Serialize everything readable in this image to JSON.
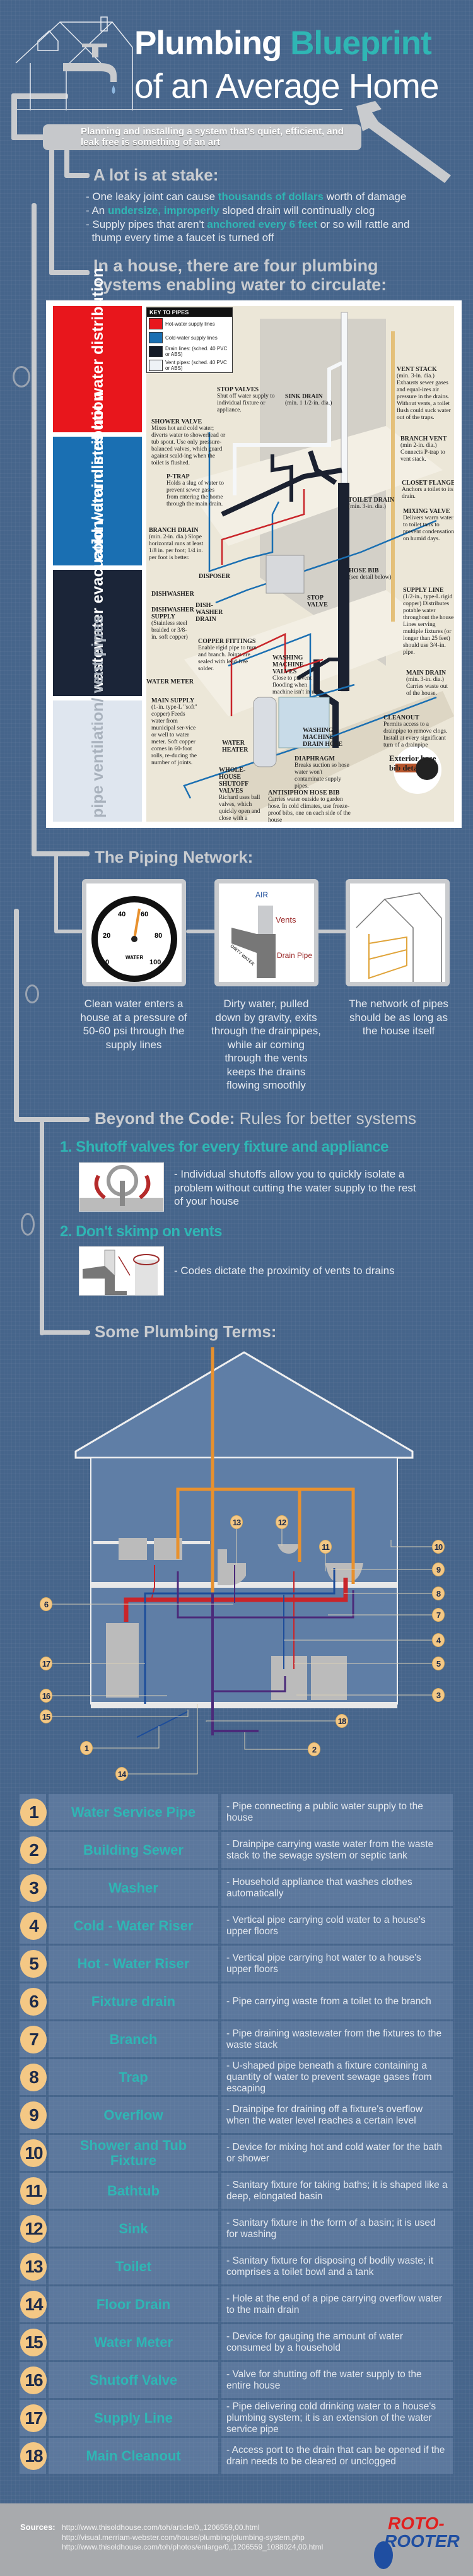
{
  "header": {
    "title_part1": "Plumbing ",
    "title_highlight": "Blueprint",
    "title_line2": "of an Average Home",
    "tagline": "Planning and installing a system that's quiet, efficient, and leak free is something of an art"
  },
  "stakes": {
    "heading": "A lot is at stake:",
    "bullets": [
      {
        "before": "- One leaky joint can cause ",
        "highlight": "thousands of dollars",
        "after": " worth of damage"
      },
      {
        "before": "- An ",
        "highlight": "undersize, improperly",
        "after": " sloped drain will continually clog"
      },
      {
        "before": "- Supply pipes that aren't ",
        "highlight": "anchored every 6 feet",
        "after": " or so will rattle and"
      },
      {
        "before": "  thump every time a faucet is turned off",
        "highlight": "",
        "after": ""
      }
    ]
  },
  "systems": {
    "heading_line1": "In a house, there are four plumbing",
    "heading_line2": "systems enabling water to circulate:",
    "labels": [
      {
        "text": "hot water distribution",
        "color": "#e8161c",
        "text_color": "#ffffff"
      },
      {
        "text": "cold water distribution",
        "color": "#1a6fb2",
        "text_color": "#ffffff"
      },
      {
        "text": "wastewater evacuation/ drain lines",
        "color": "#1b2538",
        "text_color": "#ffffff"
      },
      {
        "text": "pipe ventilation/ vent pipes",
        "color": "#dfe6ef",
        "text_color": "#a9b2bd"
      }
    ],
    "key": {
      "title": "KEY TO PIPES",
      "items": [
        {
          "label": "Hot-water supply lines",
          "color": "#e8161c"
        },
        {
          "label": "Cold-water supply lines",
          "color": "#1a6fb2"
        },
        {
          "label": "Drain lines: (sched. 40 PVC or ABS)",
          "color": "#141a26"
        },
        {
          "label": "Vent pipes: (sched. 40 PVC or ABS)",
          "color": "#eef2f6"
        }
      ]
    },
    "callouts": [
      {
        "title": "VENT STACK",
        "text": "(min. 3-in. dia.) Exhausts sewer gases and equal-izes air pressure in the drains. Without vents, a toilet flush could suck water out of the traps."
      },
      {
        "title": "STOP VALVES",
        "text": "Shut off water supply to individual fixture or appliance."
      },
      {
        "title": "SINK DRAIN",
        "text": "(min. 1 1/2-in. dia.)"
      },
      {
        "title": "SHOWER VALVE",
        "text": "Mixes hot and cold water; diverts water to showerhead or tub spout. Use only pressure-balanced valves, which guard against scald-ing when the toilet is flushed."
      },
      {
        "title": "BRANCH VENT",
        "text": "(min 2-in. dia.) Connects P-trap to vent stack."
      },
      {
        "title": "P-TRAP",
        "text": "Holds a slug of water to prevent sewer gases from entering the home through the main drain."
      },
      {
        "title": "CLOSET FLANGE",
        "text": "Anchors a toilet to its drain."
      },
      {
        "title": "TOILET DRAIN",
        "text": "(min. 3-in. dia.)"
      },
      {
        "title": "MIXING VALVE",
        "text": "Delivers warm water to toilet tank to prevent condensation on humid days."
      },
      {
        "title": "BRANCH DRAIN",
        "text": "(min. 2-in. dia.) Slope horizontal runs at least 1/8 in. per foot; 1/4 in. per foot is better."
      },
      {
        "title": "HOSE BIB",
        "text": "(see detail below)"
      },
      {
        "title": "DISPOSER",
        "text": ""
      },
      {
        "title": "SUPPLY LINE",
        "text": "(1/2-in., type-L rigid copper) Distributes potable water throughout the house. Lines serving multiple fixtures (or longer than 25 feet) should use 3/4-in. pipe."
      },
      {
        "title": "DISHWASHER",
        "text": ""
      },
      {
        "title": "STOP VALVE",
        "text": ""
      },
      {
        "title": "DISH-WASHER DRAIN",
        "text": ""
      },
      {
        "title": "DISHWASHER SUPPLY",
        "text": "(Stainless steel braided or 3/8-in. soft copper)"
      },
      {
        "title": "COPPER FITTINGS",
        "text": "Enable rigid pipe to turn and branch. Joints are sealed with lead-free solder."
      },
      {
        "title": "WASHING MACHINE VALVES",
        "text": "Close to prevent flooding when machine isn't in use."
      },
      {
        "title": "MAIN DRAIN",
        "text": "(min. 3-in. dia.) Carries waste out of the house."
      },
      {
        "title": "WATER METER",
        "text": ""
      },
      {
        "title": "MAIN SUPPLY",
        "text": "(1-in. type-L \"soft\" copper) Feeds water from municipal ser-vice or well to water meter. Soft copper comes in 60-foot rolls, re-ducing the number of joints."
      },
      {
        "title": "CLEANOUT",
        "text": "Permits access to a drainpipe to remove clogs. Install at every significant turn of a drainpipe"
      },
      {
        "title": "WATER HEATER",
        "text": ""
      },
      {
        "title": "WASHING MACHINE DRAIN HOSE",
        "text": ""
      },
      {
        "title": "DIAPHRAGM",
        "text": "Breaks suction so hose water won't contaminate supply pipes."
      },
      {
        "title": "Exterior hose bib detail",
        "text": ""
      },
      {
        "title": "WHOLE-HOUSE SHUTOFF VALVES",
        "text": "Richard uses ball valves, which quickly open and close with a quarter turn of the handle."
      },
      {
        "title": "ANTISIPHON HOSE BIB",
        "text": "Carries water outside to garden hose. In cold climates, use freeze-proof bibs, one on each side of the house"
      }
    ]
  },
  "network": {
    "heading": "The Piping Network:",
    "cards": [
      {
        "caption": "Clean water enters a house at a pressure of 50-60 psi through the supply lines",
        "icon": "pressure-gauge-icon"
      },
      {
        "caption": "Dirty water, pulled down by gravity, exits through the drainpipes, while air coming through the vents keeps the drains flowing smoothly",
        "icon": "vent-drain-icon"
      },
      {
        "caption": "The network of pipes should be as long as the house itself",
        "icon": "house-pipes-icon"
      }
    ],
    "gauge": {
      "ticks": [
        "0",
        "20",
        "40",
        "60",
        "80",
        "100"
      ],
      "label": "WATER"
    },
    "vent_labels": {
      "air": "AIR",
      "vents": "Vents",
      "dirty": "DIRTY WATER",
      "drain": "Drain Pipe"
    }
  },
  "rules": {
    "heading_bold": "Beyond the Code:",
    "heading_rest": " Rules for better systems",
    "items": [
      {
        "title": "1. Shutoff valves for every fixture and appliance",
        "text": "- Individual shutoffs allow you to quickly isolate a problem without cutting the water supply to the rest of your house"
      },
      {
        "title": "2. Don't skimp on vents",
        "text": "- Codes dictate the proximity of vents to drains"
      }
    ]
  },
  "terms": {
    "heading": "Some Plumbing Terms:",
    "colors": {
      "vent": "#e8912e",
      "hot": "#c9252a",
      "cold": "#1d4d9a",
      "drain": "#4b2a7a",
      "badge": "#f4c885",
      "name": "#2fb6b4"
    },
    "items": [
      {
        "num": "1",
        "name": "Water Service Pipe",
        "desc": "- Pipe connecting a public water supply to the house"
      },
      {
        "num": "2",
        "name": "Building Sewer",
        "desc": "- Drainpipe carrying waste water from the waste stack to the sewage system or septic tank"
      },
      {
        "num": "3",
        "name": "Washer",
        "desc": "- Household appliance that washes clothes automatically"
      },
      {
        "num": "4",
        "name": "Cold - Water Riser",
        "desc": "- Vertical pipe carrying cold water to a house's upper floors"
      },
      {
        "num": "5",
        "name": "Hot - Water Riser",
        "desc": "- Vertical pipe carrying hot water to a house's upper floors"
      },
      {
        "num": "6",
        "name": "Fixture drain",
        "desc": "- Pipe carrying waste from a toilet to the branch"
      },
      {
        "num": "7",
        "name": "Branch",
        "desc": "- Pipe draining wastewater from the fixtures to the waste stack"
      },
      {
        "num": "8",
        "name": "Trap",
        "desc": "- U-shaped pipe beneath a fixture containing a quantity of water to prevent sewage gases from escaping"
      },
      {
        "num": "9",
        "name": "Overflow",
        "desc": "- Drainpipe for draining off a fixture's overflow when the water level reaches a certain level"
      },
      {
        "num": "10",
        "name": "Shower and Tub Fixture",
        "desc": "- Device for mixing hot and cold water for the bath or shower"
      },
      {
        "num": "11",
        "name": "Bathtub",
        "desc": "- Sanitary fixture for taking baths; it is shaped like a deep, elongated basin"
      },
      {
        "num": "12",
        "name": "Sink",
        "desc": "- Sanitary fixture in the form of a basin; it is used for washing"
      },
      {
        "num": "13",
        "name": "Toilet",
        "desc": "- Sanitary fixture for disposing of bodily waste; it comprises a toilet bowl and a tank"
      },
      {
        "num": "14",
        "name": "Floor Drain",
        "desc": "- Hole at the end of a pipe carrying overflow water to the main drain"
      },
      {
        "num": "15",
        "name": "Water Meter",
        "desc": "- Device for gauging the amount of water consumed by a household"
      },
      {
        "num": "16",
        "name": "Shutoff Valve",
        "desc": "- Valve for shutting off the water supply to the entire house"
      },
      {
        "num": "17",
        "name": "Supply Line",
        "desc": "- Pipe delivering cold drinking water to a house's plumbing system; it is an extension of the water service pipe"
      },
      {
        "num": "18",
        "name": "Main Cleanout",
        "desc": "- Access port to the drain that can be opened if the drain needs to be cleared or unclogged"
      }
    ]
  },
  "footer": {
    "sources_label": "Sources:",
    "sources": [
      "http://www.thisoldhouse.com/toh/article/0,,1206559,00.html",
      "http://visual.merriam-webster.com/house/plumbing/plumbing-system.php",
      "http://www.thisoldhouse.com/toh/photos/enlarge/0,,1206559_1088024,00.html"
    ],
    "logo_line1": "ROTO-",
    "logo_line2": "ROOTER",
    "logo_colors": {
      "red": "#e0201f",
      "blue": "#1f4ea1"
    }
  }
}
